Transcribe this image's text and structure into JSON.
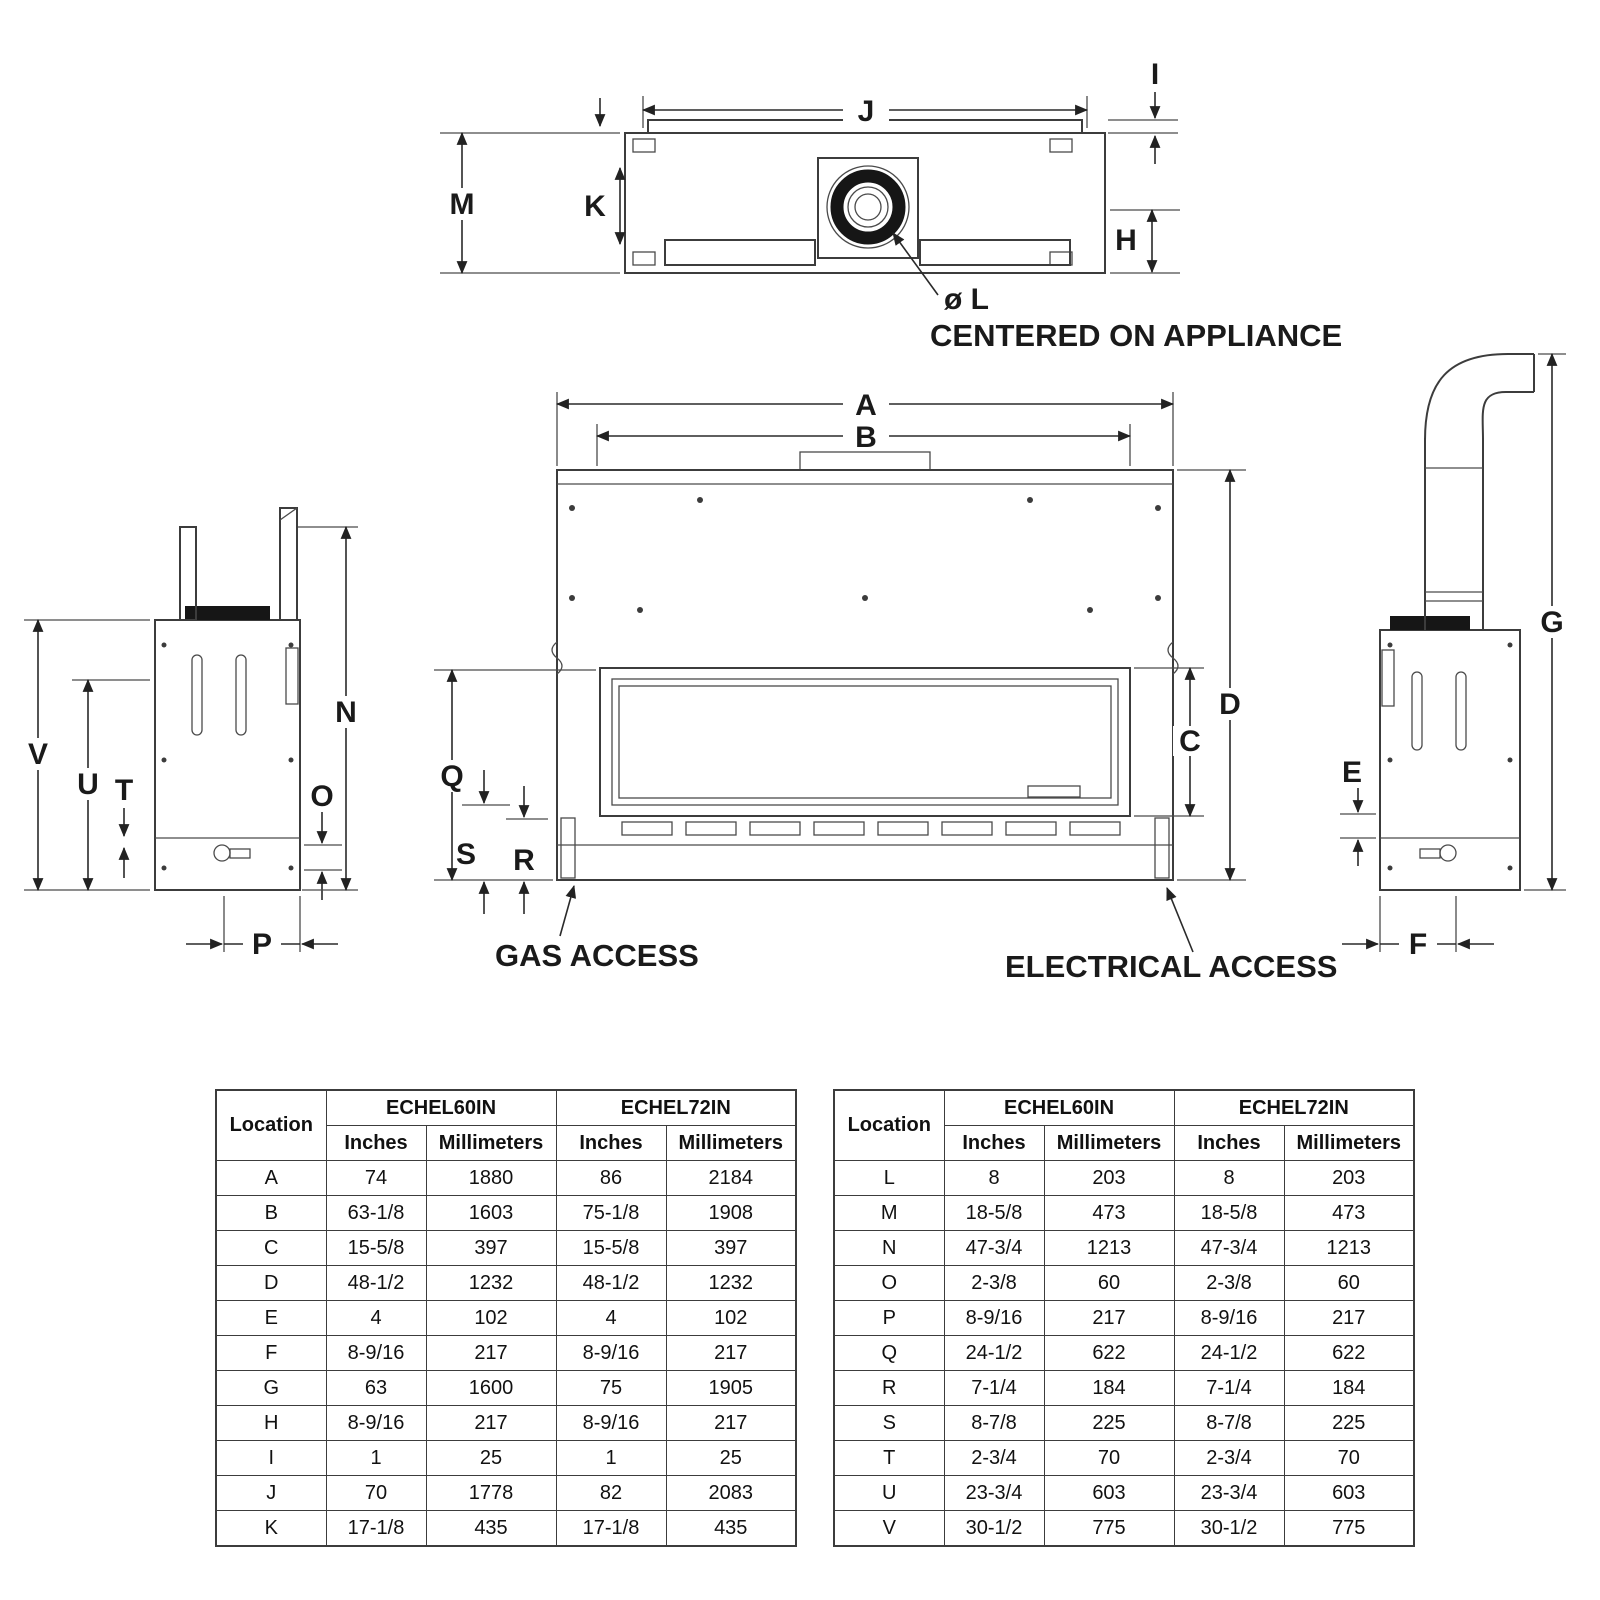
{
  "diagram": {
    "dim_labels": {
      "A": "A",
      "B": "B",
      "C": "C",
      "D": "D",
      "E": "E",
      "F": "F",
      "G": "G",
      "H": "H",
      "I": "I",
      "J": "J",
      "K": "K",
      "L": "ø L",
      "M": "M",
      "N": "N",
      "O": "O",
      "P": "P",
      "Q": "Q",
      "R": "R",
      "S": "S",
      "T": "T",
      "U": "U",
      "V": "V"
    },
    "annotations": {
      "centered_on_appliance": "CENTERED ON APPLIANCE",
      "gas_access": "GAS ACCESS",
      "electrical_access": "ELECTRICAL ACCESS"
    }
  },
  "tables": [
    {
      "location_header": "Location",
      "models": [
        "ECHEL60IN",
        "ECHEL72IN"
      ],
      "units": [
        "Inches",
        "Millimeters",
        "Inches",
        "Millimeters"
      ],
      "rows": [
        {
          "loc": "A",
          "values": [
            "74",
            "1880",
            "86",
            "2184"
          ]
        },
        {
          "loc": "B",
          "values": [
            "63-1/8",
            "1603",
            "75-1/8",
            "1908"
          ]
        },
        {
          "loc": "C",
          "values": [
            "15-5/8",
            "397",
            "15-5/8",
            "397"
          ]
        },
        {
          "loc": "D",
          "values": [
            "48-1/2",
            "1232",
            "48-1/2",
            "1232"
          ]
        },
        {
          "loc": "E",
          "values": [
            "4",
            "102",
            "4",
            "102"
          ]
        },
        {
          "loc": "F",
          "values": [
            "8-9/16",
            "217",
            "8-9/16",
            "217"
          ]
        },
        {
          "loc": "G",
          "values": [
            "63",
            "1600",
            "75",
            "1905"
          ]
        },
        {
          "loc": "H",
          "values": [
            "8-9/16",
            "217",
            "8-9/16",
            "217"
          ]
        },
        {
          "loc": "I",
          "values": [
            "1",
            "25",
            "1",
            "25"
          ]
        },
        {
          "loc": "J",
          "values": [
            "70",
            "1778",
            "82",
            "2083"
          ]
        },
        {
          "loc": "K",
          "values": [
            "17-1/8",
            "435",
            "17-1/8",
            "435"
          ]
        }
      ]
    },
    {
      "location_header": "Location",
      "models": [
        "ECHEL60IN",
        "ECHEL72IN"
      ],
      "units": [
        "Inches",
        "Millimeters",
        "Inches",
        "Millimeters"
      ],
      "rows": [
        {
          "loc": "L",
          "values": [
            "8",
            "203",
            "8",
            "203"
          ]
        },
        {
          "loc": "M",
          "values": [
            "18-5/8",
            "473",
            "18-5/8",
            "473"
          ]
        },
        {
          "loc": "N",
          "values": [
            "47-3/4",
            "1213",
            "47-3/4",
            "1213"
          ]
        },
        {
          "loc": "O",
          "values": [
            "2-3/8",
            "60",
            "2-3/8",
            "60"
          ]
        },
        {
          "loc": "P",
          "values": [
            "8-9/16",
            "217",
            "8-9/16",
            "217"
          ]
        },
        {
          "loc": "Q",
          "values": [
            "24-1/2",
            "622",
            "24-1/2",
            "622"
          ]
        },
        {
          "loc": "R",
          "values": [
            "7-1/4",
            "184",
            "7-1/4",
            "184"
          ]
        },
        {
          "loc": "S",
          "values": [
            "8-7/8",
            "225",
            "8-7/8",
            "225"
          ]
        },
        {
          "loc": "T",
          "values": [
            "2-3/4",
            "70",
            "2-3/4",
            "70"
          ]
        },
        {
          "loc": "U",
          "values": [
            "23-3/4",
            "603",
            "23-3/4",
            "603"
          ]
        },
        {
          "loc": "V",
          "values": [
            "30-1/2",
            "775",
            "30-1/2",
            "775"
          ]
        }
      ]
    }
  ]
}
